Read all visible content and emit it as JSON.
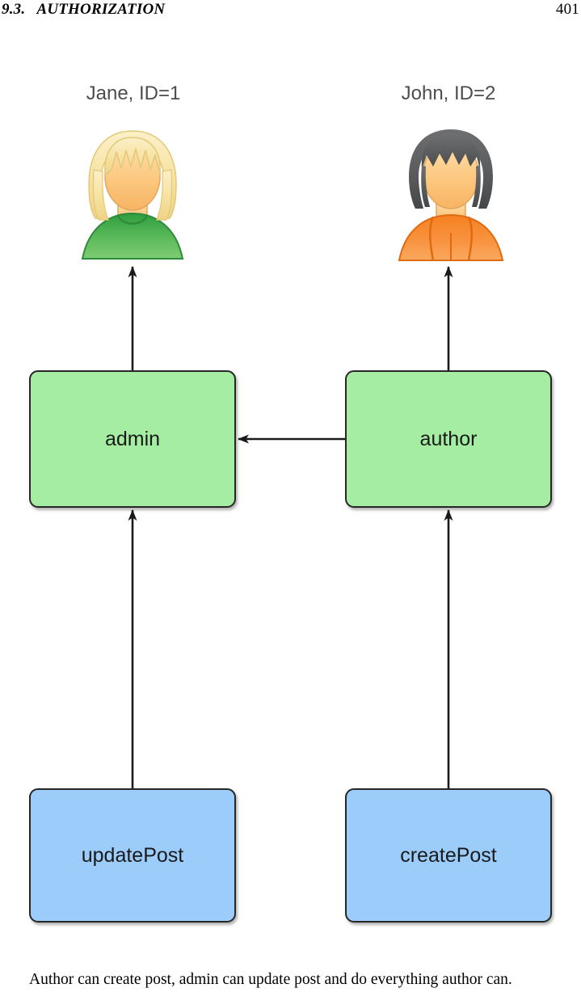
{
  "page": {
    "running_head": "9.3.   AUTHORIZATION",
    "page_number": "401"
  },
  "figure": {
    "persons": [
      {
        "label": "Jane, ID=1",
        "avatar_icon": "user-avatar-female-icon",
        "hair_color": "#f5dfa0",
        "shirt_color": "#4caf50",
        "skin_color": "#fcc87f"
      },
      {
        "label": "John, ID=2",
        "avatar_icon": "user-avatar-male-icon",
        "hair_color": "#58595b",
        "shirt_color": "#f58220",
        "skin_color": "#fcc87f"
      }
    ],
    "roles": [
      {
        "label": "admin"
      },
      {
        "label": "author"
      }
    ],
    "permissions": [
      {
        "label": "updatePost"
      },
      {
        "label": "createPost"
      }
    ],
    "colors": {
      "role_fill": "#a6eda4",
      "permission_fill": "#9bccfa",
      "node_border": "#272727",
      "label_text": "#4d4d4d",
      "edge": "#1a1a1a"
    },
    "edges": [
      {
        "from": "admin",
        "to": "Jane, ID=1",
        "direction": "up"
      },
      {
        "from": "author",
        "to": "John, ID=2",
        "direction": "up"
      },
      {
        "from": "author",
        "to": "admin",
        "direction": "left"
      },
      {
        "from": "updatePost",
        "to": "admin",
        "direction": "up"
      },
      {
        "from": "createPost",
        "to": "author",
        "direction": "up"
      }
    ]
  },
  "caption": {
    "text": "Author can create post, admin can update post and do everything author can."
  }
}
